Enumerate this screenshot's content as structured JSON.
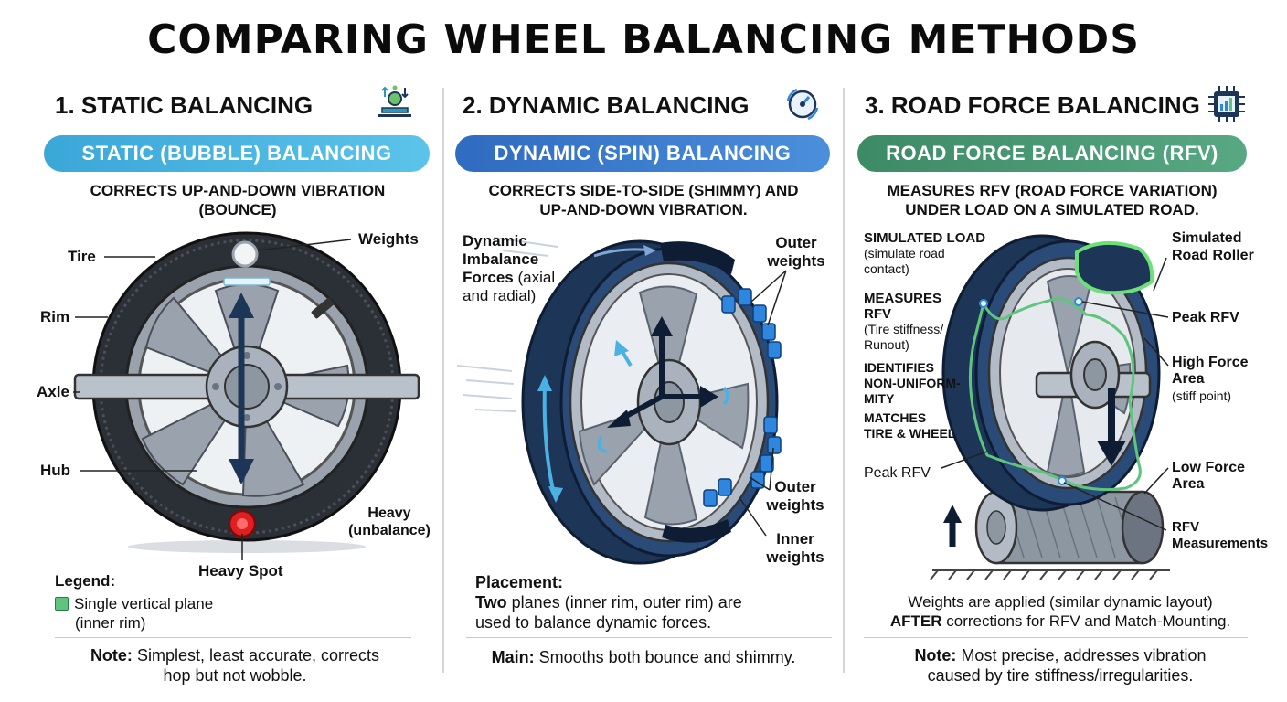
{
  "title": "COMPARING WHEEL BALANCING METHODS",
  "static": {
    "heading": "1. STATIC BALANCING",
    "icon": "scale-person-icon",
    "pill": "STATIC (BUBBLE) BALANCING",
    "subtitle_1": "CORRECTS UP-AND-DOWN VIBRATION",
    "subtitle_2": "(BOUNCE)",
    "labels": {
      "weights": "Weights",
      "tire": "Tire",
      "rim": "Rim",
      "axle": "Axle",
      "hub": "Hub",
      "heavy_1": "Heavy",
      "heavy_2": "(unbalance)",
      "heavy_spot": "Heavy Spot"
    },
    "legend_title": "Legend:",
    "legend_item_1": "Single vertical plane",
    "legend_item_2": "(inner rim)",
    "note_bold": "Note:",
    "note_1": " Simplest, least accurate, corrects",
    "note_2": "hop but not wobble."
  },
  "dynamic": {
    "heading": "2. DYNAMIC BALANCING",
    "icon": "gauge-cycle-icon",
    "pill": "DYNAMIC (SPIN) BALANCING",
    "subtitle_1": "CORRECTS SIDE-TO-SIDE (SHIMMY) AND",
    "subtitle_2": "UP-AND-DOWN VIBRATION.",
    "labels": {
      "forces_1": "Dynamic",
      "forces_2": "Imbalance",
      "forces_3a": "Forces",
      "forces_3b": " (axial",
      "forces_4": "and radial)",
      "outer_top_1": "Outer",
      "outer_top_2": "weights",
      "outer_bottom_1": "Outer",
      "outer_bottom_2": "weights",
      "inner_1": "Inner",
      "inner_2": "weights"
    },
    "placement_title": "Placement:",
    "placement_bold": "Two",
    "placement_1": " planes (inner rim, outer rim) are",
    "placement_2": "used to balance dynamic forces.",
    "note_bold": "Main:",
    "note_1": " Smooths both bounce and shimmy."
  },
  "road": {
    "heading": "3. ROAD FORCE BALANCING",
    "icon": "chip-chart-icon",
    "pill": "ROAD FORCE BALANCING (RFV)",
    "subtitle_1": "MEASURES RFV (ROAD FORCE VARIATION)",
    "subtitle_2": "UNDER LOAD ON A SIMULATED ROAD.",
    "labels": {
      "sim_load": "SIMULATED LOAD",
      "sim_load_sub_1": "(simulate road",
      "sim_load_sub_2": "contact)",
      "measures_1": "MEASURES",
      "measures_2": "RFV",
      "measures_sub_1": "(Tire stiffness/",
      "measures_sub_2": "Runout)",
      "identifies_1": "IDENTIFIES",
      "identifies_2": "NON-UNIFORM-",
      "identifies_3": "MITY",
      "matches_1": "MATCHES",
      "matches_2": "TIRE & WHEEL",
      "peak_left": "Peak RFV",
      "sim_roller_1": "Simulated",
      "sim_roller_2": "Road Roller",
      "peak_right": "Peak RFV",
      "high_1": "High Force",
      "high_2": "Area",
      "high_3": "(stiff point)",
      "low_1": "Low Force",
      "low_2": "Area",
      "rfv_1": "RFV",
      "rfv_2": "Measurements"
    },
    "weights_1": "Weights are applied (similar dynamic layout)",
    "weights_2_bold": "AFTER",
    "weights_2": " corrections for RFV and Match-Mounting.",
    "note_bold": "Note:",
    "note_1": " Most precise, addresses vibration",
    "note_2": "caused by tire stiffness/irregularities."
  },
  "colors": {
    "static_pill": "#3aa7d8",
    "dynamic_pill": "#2f6bc0",
    "road_pill": "#3d8a66",
    "tire_navy": "#1d3557",
    "weight_blue": "#2e86de",
    "heavy_red": "#e02020",
    "rfv_green": "#5ec47e"
  }
}
